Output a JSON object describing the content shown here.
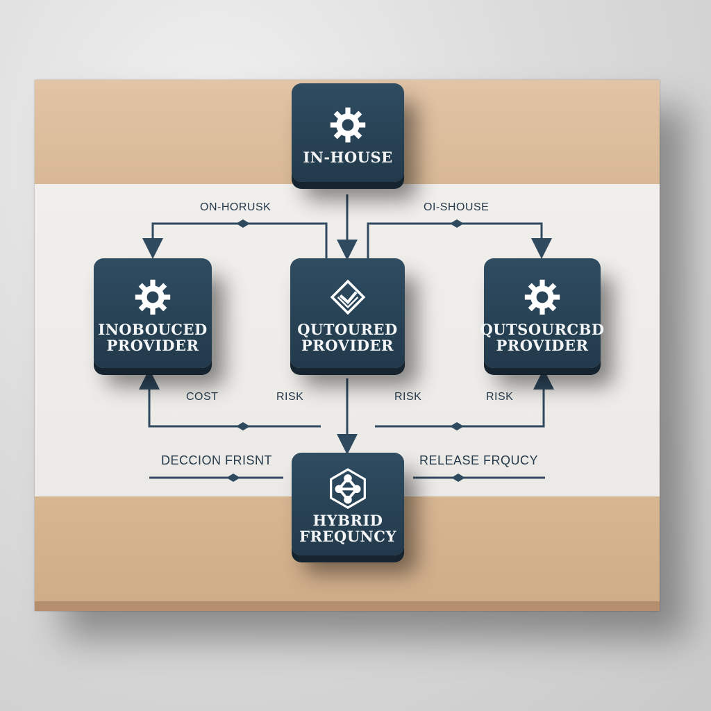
{
  "nodes": {
    "in_house": {
      "label": "IN-HOUSE",
      "icon": "gear-icon"
    },
    "insourced": {
      "label_line1": "INOBOUCED",
      "label_line2": "PROVIDER",
      "icon": "gear-icon"
    },
    "outsourced_center": {
      "label_line1": "QUTOURED",
      "label_line2": "PROVIDER",
      "icon": "diamond-check-icon"
    },
    "outsourced_right": {
      "label_line1": "QUTSOURCBD",
      "label_line2": "PROVIDER",
      "icon": "gear-icon"
    },
    "hybrid": {
      "label_line1": "HYBRID",
      "label_line2": "FREQUNCY",
      "icon": "network-hexagon-icon"
    }
  },
  "labels": {
    "top_left": "ON-HORUSK",
    "top_right": "OI-SHOUSE",
    "cost": "COST",
    "risk_1": "RISK",
    "risk_2": "RISK",
    "risk_3": "RISK",
    "decision": "DECCION FRISNT",
    "release": "RELEASE FRQUCY"
  },
  "colors": {
    "node": "#2a4457",
    "line": "#2f4a5f",
    "board": "#d9b896",
    "panel": "#efede9"
  }
}
